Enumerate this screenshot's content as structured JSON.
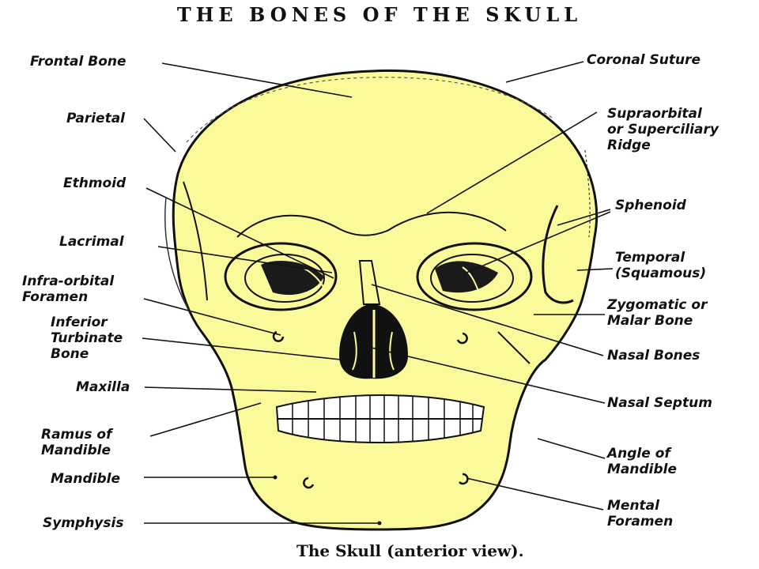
{
  "title": "THE BONES OF THE SKULL",
  "caption": "The Skull (anterior view).",
  "colors": {
    "bone": "#fbfa9b",
    "ink": "#111111",
    "background": "#ffffff"
  },
  "labels_left": {
    "frontal_bone": "Frontal Bone",
    "parietal": "Parietal",
    "ethmoid": "Ethmoid",
    "lacrimal": "Lacrimal",
    "infra_orbital_foramen": "Infra-orbital\nForamen",
    "inferior_turbinate_bone": "Inferior\nTurbinate\nBone",
    "maxilla": "Maxilla",
    "ramus_of_mandible": "Ramus of\nMandible",
    "mandible": "Mandible",
    "symphysis": "Symphysis"
  },
  "labels_right": {
    "coronal_suture": "Coronal Suture",
    "supraorbital_ridge": "Supraorbital\nor Superciliary\nRidge",
    "sphenoid": "Sphenoid",
    "temporal": "Temporal\n(Squamous)",
    "zygomatic": "Zygomatic or\nMalar Bone",
    "nasal_bones": "Nasal Bones",
    "nasal_septum": "Nasal Septum",
    "angle_of_mandible": "Angle of\nMandible",
    "mental_foramen": "Mental\nForamen"
  }
}
